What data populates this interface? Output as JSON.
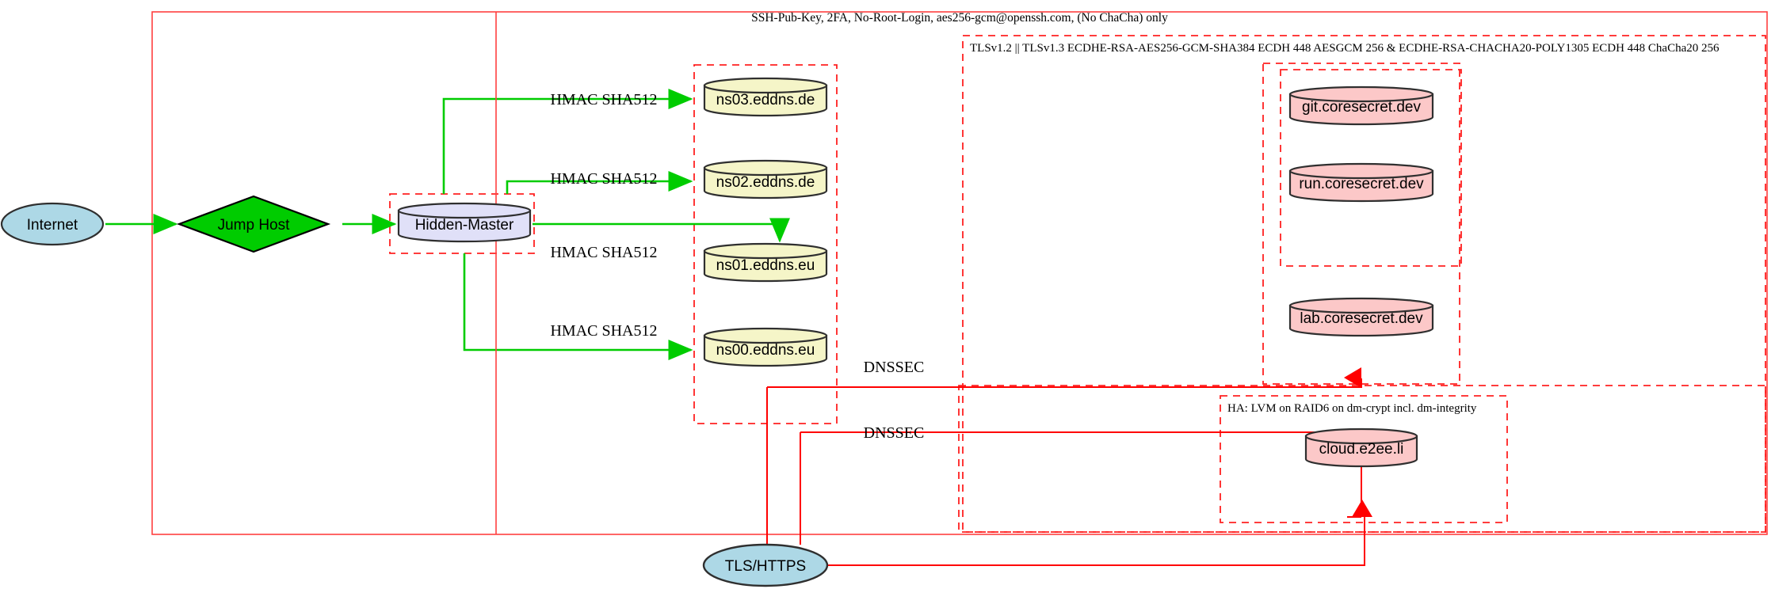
{
  "diagram": {
    "title": "Network security architecture diagram",
    "top_label": "SSH-Pub-Key, 2FA, No-Root-Login, aes256-gcm@openssh.com, (No ChaCha) only",
    "colors": {
      "outer_border": "#ff4040",
      "cluster_dashed": "#ff2020",
      "green_edge": "#00cc00",
      "red_edge": "#ff0000",
      "ellipse_fill": "#add8e6",
      "diamond_fill": "#00cc00",
      "master_fill": "#e0e0f8",
      "dns_fill": "#f5f5c8",
      "service_fill": "#fcc8c8",
      "stroke_dark": "#2f2f2f"
    },
    "clusters": [
      {
        "name": "tls-cluster",
        "label": "TLSv1.2 || TLSv1.3 ECDHE-RSA-AES256-GCM-SHA384 ECDH 448 AESGCM 256 & ECDHE-RSA-CHACHA20-POLY1305 ECDH 448 ChaCha20 256"
      },
      {
        "name": "ha-cluster",
        "label": "HA: LVM on RAID6 on dm-crypt incl. dm-integrity"
      }
    ],
    "nodes": [
      {
        "name": "internet",
        "label": "Internet",
        "shape": "ellipse"
      },
      {
        "name": "jump-host",
        "label": "Jump Host",
        "shape": "diamond"
      },
      {
        "name": "hidden-master",
        "label": "Hidden-Master",
        "shape": "cylinder"
      },
      {
        "name": "ns03",
        "label": "ns03.eddns.de",
        "shape": "cylinder"
      },
      {
        "name": "ns02",
        "label": "ns02.eddns.de",
        "shape": "cylinder"
      },
      {
        "name": "ns01",
        "label": "ns01.eddns.eu",
        "shape": "cylinder"
      },
      {
        "name": "ns00",
        "label": "ns00.eddns.eu",
        "shape": "cylinder"
      },
      {
        "name": "git",
        "label": "git.coresecret.dev",
        "shape": "cylinder"
      },
      {
        "name": "run",
        "label": "run.coresecret.dev",
        "shape": "cylinder"
      },
      {
        "name": "lab",
        "label": "lab.coresecret.dev",
        "shape": "cylinder"
      },
      {
        "name": "cloud",
        "label": "cloud.e2ee.li",
        "shape": "cylinder"
      },
      {
        "name": "tls-https",
        "label": "TLS/HTTPS",
        "shape": "ellipse"
      }
    ],
    "edge_labels": {
      "hmac_1": "HMAC SHA512",
      "hmac_2": "HMAC SHA512",
      "hmac_3": "HMAC SHA512",
      "hmac_4": "HMAC SHA512",
      "dnssec_1": "DNSSEC",
      "dnssec_2": "DNSSEC"
    }
  }
}
